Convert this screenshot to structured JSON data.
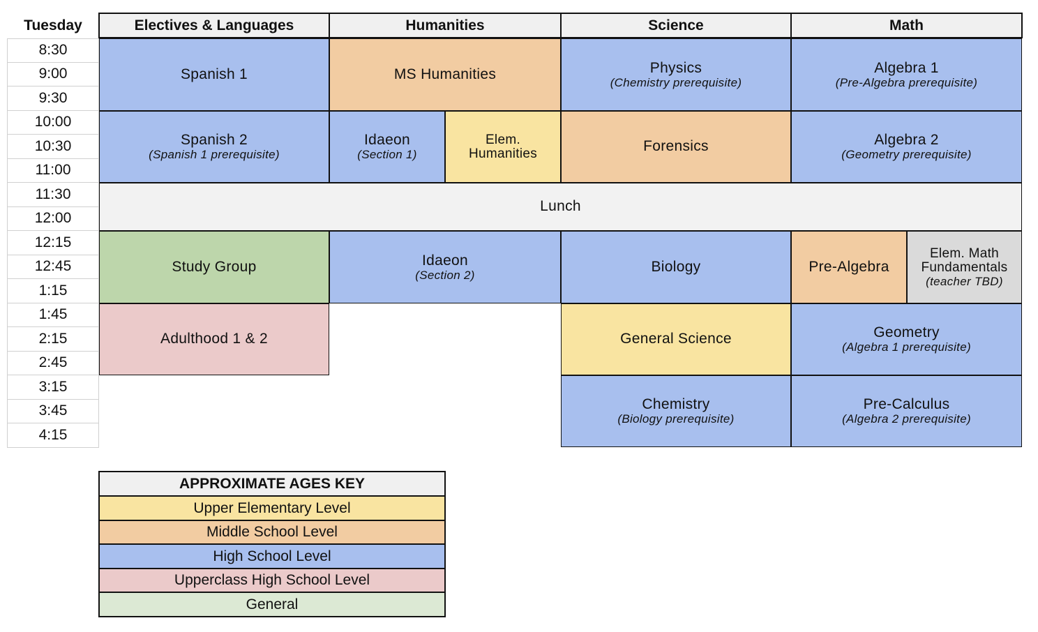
{
  "day": "Tuesday",
  "times": [
    "8:30",
    "9:00",
    "9:30",
    "10:00",
    "10:30",
    "11:00",
    "11:30",
    "12:00",
    "12:15",
    "12:45",
    "1:15",
    "1:45",
    "2:15",
    "2:45",
    "3:15",
    "3:45",
    "4:15"
  ],
  "headers": {
    "electives": "Electives & Languages",
    "humanities": "Humanities",
    "science": "Science",
    "math": "Math"
  },
  "classes": {
    "spanish1": {
      "title": "Spanish 1"
    },
    "ms_humanities": {
      "title": "MS Humanities"
    },
    "physics": {
      "title": "Physics",
      "note": "(Chemistry prerequisite)"
    },
    "algebra1": {
      "title": "Algebra 1",
      "note": "(Pre-Algebra prerequisite)"
    },
    "spanish2": {
      "title": "Spanish 2",
      "note": "(Spanish 1 prerequisite)"
    },
    "idaeon1": {
      "title": "Idaeon",
      "note": "(Section 1)"
    },
    "elem_humanities": {
      "title_line1": "Elem.",
      "title_line2": "Humanities"
    },
    "forensics": {
      "title": "Forensics"
    },
    "algebra2": {
      "title": "Algebra 2",
      "note": "(Geometry prerequisite)"
    },
    "lunch": {
      "title": "Lunch"
    },
    "study_group": {
      "title": "Study Group"
    },
    "idaeon2": {
      "title": "Idaeon",
      "note": "(Section 2)"
    },
    "biology": {
      "title": "Biology"
    },
    "pre_algebra": {
      "title": "Pre-Algebra"
    },
    "elem_math": {
      "title_line1": "Elem. Math",
      "title_line2": "Fundamentals",
      "note": "(teacher TBD)"
    },
    "adulthood": {
      "title": "Adulthood 1 & 2"
    },
    "general_science": {
      "title": "General Science"
    },
    "geometry": {
      "title": "Geometry",
      "note": "(Algebra 1 prerequisite)"
    },
    "chemistry": {
      "title": "Chemistry",
      "note": "(Biology prerequisite)"
    },
    "pre_calculus": {
      "title": "Pre-Calculus",
      "note": "(Algebra 2 prerequisite)"
    }
  },
  "key": {
    "title": "APPROXIMATE AGES KEY",
    "items": [
      {
        "label": "Upper Elementary Level",
        "color": "#f9e4a1"
      },
      {
        "label": "Middle School Level",
        "color": "#f2cca2"
      },
      {
        "label": "High School Level",
        "color": "#a8bfee"
      },
      {
        "label": "Upperclass High School Level",
        "color": "#ebcaca"
      },
      {
        "label": "General",
        "color": "#dce9d4"
      }
    ]
  },
  "colors": {
    "high_school": "#a8bfee",
    "middle_school": "#f2cca2",
    "upper_elementary": "#f9e4a1",
    "general": "#bdd6ab",
    "upperclass": "#ebcaca",
    "unassigned": "#dadada",
    "lunch": "#f2f2f2"
  }
}
